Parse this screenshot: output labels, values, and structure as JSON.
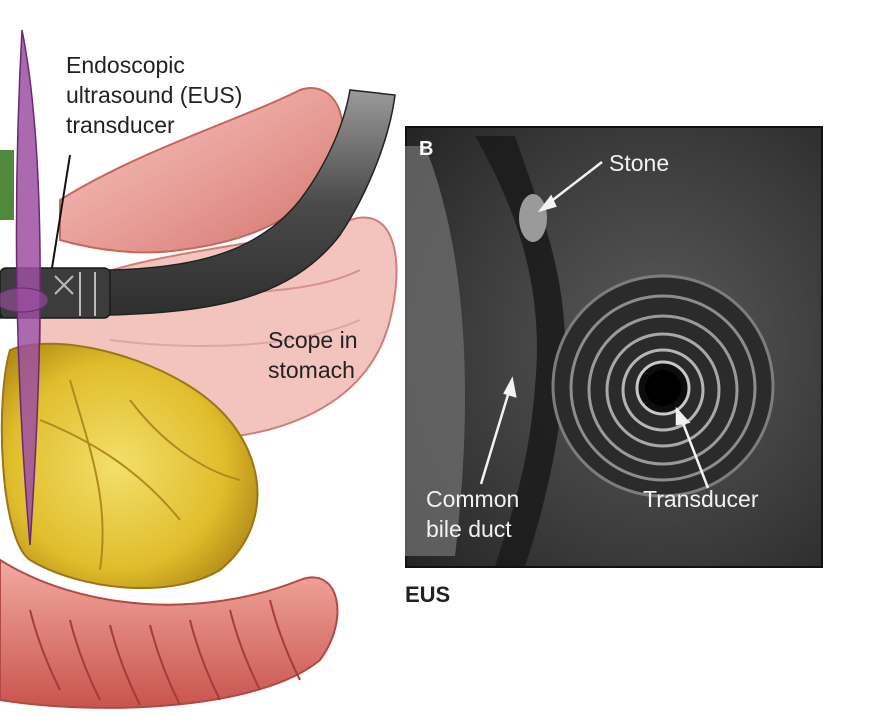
{
  "illustration": {
    "eus_transducer_label": "Endoscopic\nultrasound (EUS)\ntransducer",
    "scope_label": "Scope in\nstomach"
  },
  "eus_panel": {
    "panel_letter": "B",
    "stone_label": "Stone",
    "bile_duct_label": "Common\nbile duct",
    "transducer_label": "Transducer",
    "caption": "EUS"
  },
  "colors": {
    "tissue": "#e9a09a",
    "scope": "#5a5a5a",
    "pancreas": "#e5c53a",
    "plane": "#8b3f8f",
    "ultrasound_bg": "#2a2a2a"
  }
}
